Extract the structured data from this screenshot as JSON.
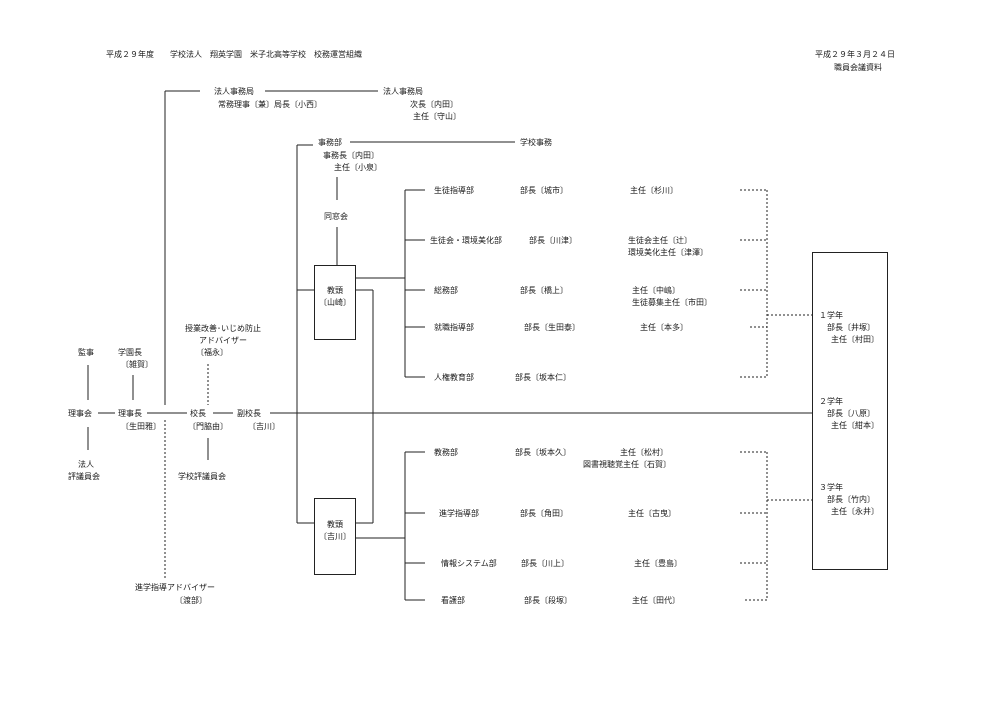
{
  "header": {
    "left": "平成２９年度　　学校法人　翔英学園　米子北高等学校　校務運営組織",
    "date": "平成２９年３月２４日",
    "doc": "職員会議資料"
  },
  "corporate": {
    "office_a": "法人事務局",
    "office_a_head": "常務理事〔兼〕局長〔小西〕",
    "office_b": "法人事務局",
    "office_b_l1": "次長〔内田〕",
    "office_b_l2": "主任〔守山〕"
  },
  "left": {
    "kanji": "監事",
    "rijikai": "理事会",
    "hojin": "法人",
    "hyogiin": "評議員会",
    "gakuencho": "学園長",
    "gakuencho_name": "〔雑賀〕",
    "rijicho": "理事長",
    "rijicho_name": "〔生田雅〕",
    "advisor1": "授業改善･いじめ防止",
    "advisor1b": "アドバイザー",
    "advisor1_name": "〔福永〕",
    "kocho": "校長",
    "kocho_name": "〔門脇由〕",
    "fukukocho": "副校長",
    "fukukocho_name": "〔吉川〕",
    "hyogiinkai": "学校評議員会",
    "advisor2": "進学指導アドバイザー",
    "advisor2_name": "〔渡部〕"
  },
  "jimu": {
    "title": "事務部",
    "cho": "事務長〔内田〕",
    "shunin": "主任〔小泉〕",
    "dosokai": "同窓会",
    "gakko_jimu": "学校事務"
  },
  "kyoto1": {
    "title": "教頭",
    "name": "〔山崎〕"
  },
  "kyoto2": {
    "title": "教頭",
    "name": "〔吉川〕"
  },
  "depts_upper": [
    {
      "name": "生徒指導部",
      "head": "部長〔城市〕",
      "s1": "主任〔杉川〕",
      "s2": ""
    },
    {
      "name": "生徒会・環境美化部",
      "head": "部長〔川津〕",
      "s1": "生徒会主任〔辻〕",
      "s2": "環境美化主任〔津澤〕"
    },
    {
      "name": "総務部",
      "head": "部長〔橋上〕",
      "s1": "主任〔中嶋〕",
      "s2": "生徒募集主任〔市田〕"
    },
    {
      "name": "就職指導部",
      "head": "部長〔生田泰〕",
      "s1": "主任〔本多〕",
      "s2": ""
    },
    {
      "name": "人権教育部",
      "head": "部長〔坂本仁〕",
      "s1": "",
      "s2": ""
    }
  ],
  "depts_lower": [
    {
      "name": "教務部",
      "head": "部長〔坂本久〕",
      "s1": "主任〔松村〕",
      "s2": "図書視聴覚主任〔石賀〕"
    },
    {
      "name": "進学指導部",
      "head": "部長〔角田〕",
      "s1": "主任〔古曳〕",
      "s2": ""
    },
    {
      "name": "情報システム部",
      "head": "部長〔川上〕",
      "s1": "主任〔豊島〕",
      "s2": ""
    },
    {
      "name": "看護部",
      "head": "部長〔段塚〕",
      "s1": "主任〔田代〕",
      "s2": ""
    }
  ],
  "grades": [
    {
      "name": "１学年",
      "head": "部長〔井塚〕",
      "s1": "主任〔村田〕"
    },
    {
      "name": "２学年",
      "head": "部長〔八原〕",
      "s1": "主任〔紺本〕"
    },
    {
      "name": "３学年",
      "head": "部長〔竹内〕",
      "s1": "主任〔永井〕"
    }
  ]
}
